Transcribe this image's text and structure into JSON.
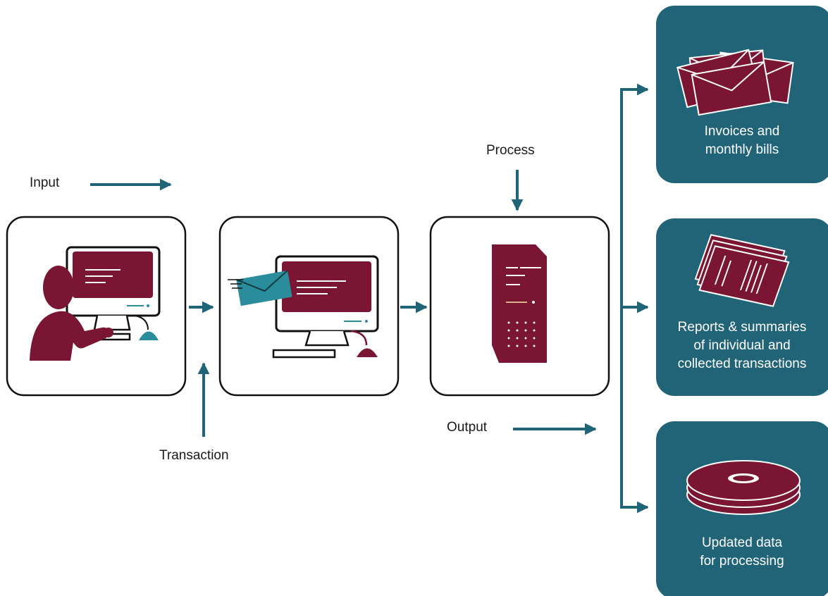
{
  "labels": {
    "input": "Input",
    "transaction": "Transaction",
    "process": "Process",
    "output": "Output"
  },
  "outputs": [
    {
      "lines": [
        "Invoices and",
        "monthly bills"
      ],
      "icon": "envelopes-icon"
    },
    {
      "lines": [
        "Reports & summaries",
        "of individual and",
        "collected transactions"
      ],
      "icon": "reports-icon"
    },
    {
      "lines": [
        "Updated data",
        "for processing"
      ],
      "icon": "disks-icon"
    }
  ],
  "colors": {
    "teal": "#216478",
    "maroon": "#7a1533",
    "arrow": "#1f6477",
    "teal_light": "#2b8c9b"
  }
}
